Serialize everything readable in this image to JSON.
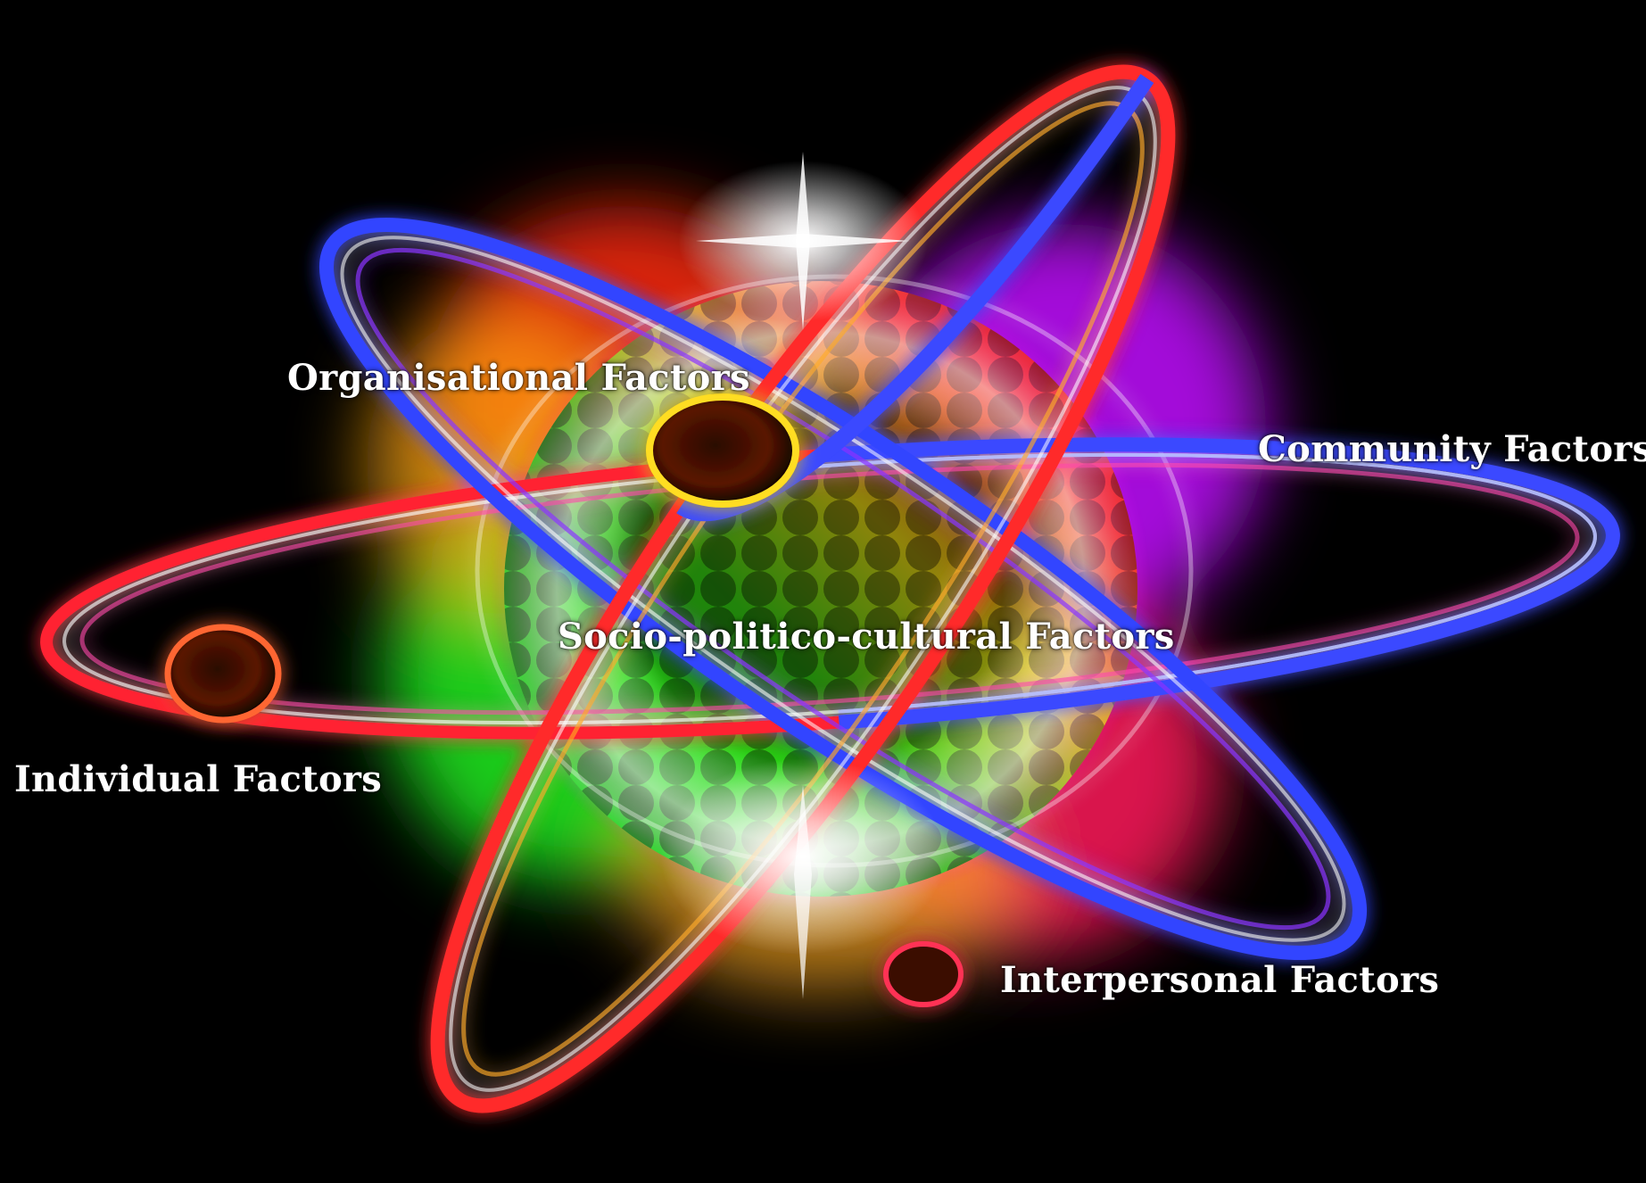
{
  "diagram": {
    "labels": {
      "organisational": "Organisational Factors",
      "community": "Community Factors",
      "socio_political_cultural": "Socio-politico-cultural Factors",
      "individual": "Individual Factors",
      "interpersonal": "Interpersonal Factors"
    },
    "colors": {
      "background": "#000000",
      "orbit_blue": "#3a48ff",
      "orbit_red": "#ff1a2a",
      "orbit_orange": "#ff9a1a",
      "orbit_magenta": "#d020ff",
      "nucleus_green": "#22dd22",
      "nucleus_red": "#ee1122",
      "nucleus_yellow": "#ffdd22",
      "label_text": "#ffffff"
    }
  }
}
